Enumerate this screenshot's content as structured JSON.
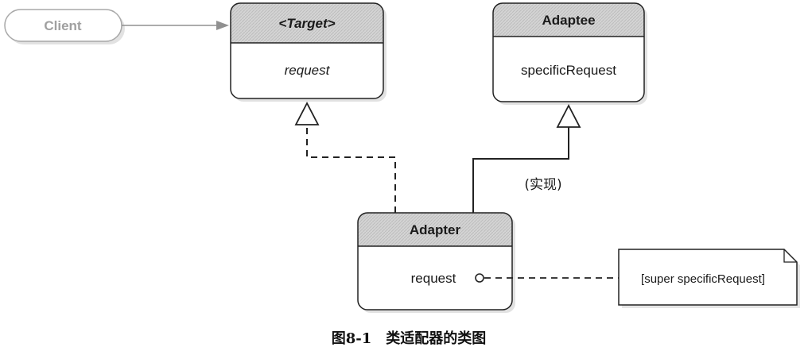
{
  "client": {
    "label": "Client"
  },
  "target": {
    "name": "<Target>",
    "method": "request"
  },
  "adaptee": {
    "name": "Adaptee",
    "method": "specificRequest"
  },
  "adapter": {
    "name": "Adapter",
    "method": "request"
  },
  "note": {
    "text": "[super specificRequest]"
  },
  "realization_label": "(实现)",
  "caption": "图8-1　类适配器的类图",
  "colors": {
    "header": "#d2d2d2",
    "line": "#222222",
    "client": "#a8a8a8",
    "shadow": "#c8c8c8"
  }
}
